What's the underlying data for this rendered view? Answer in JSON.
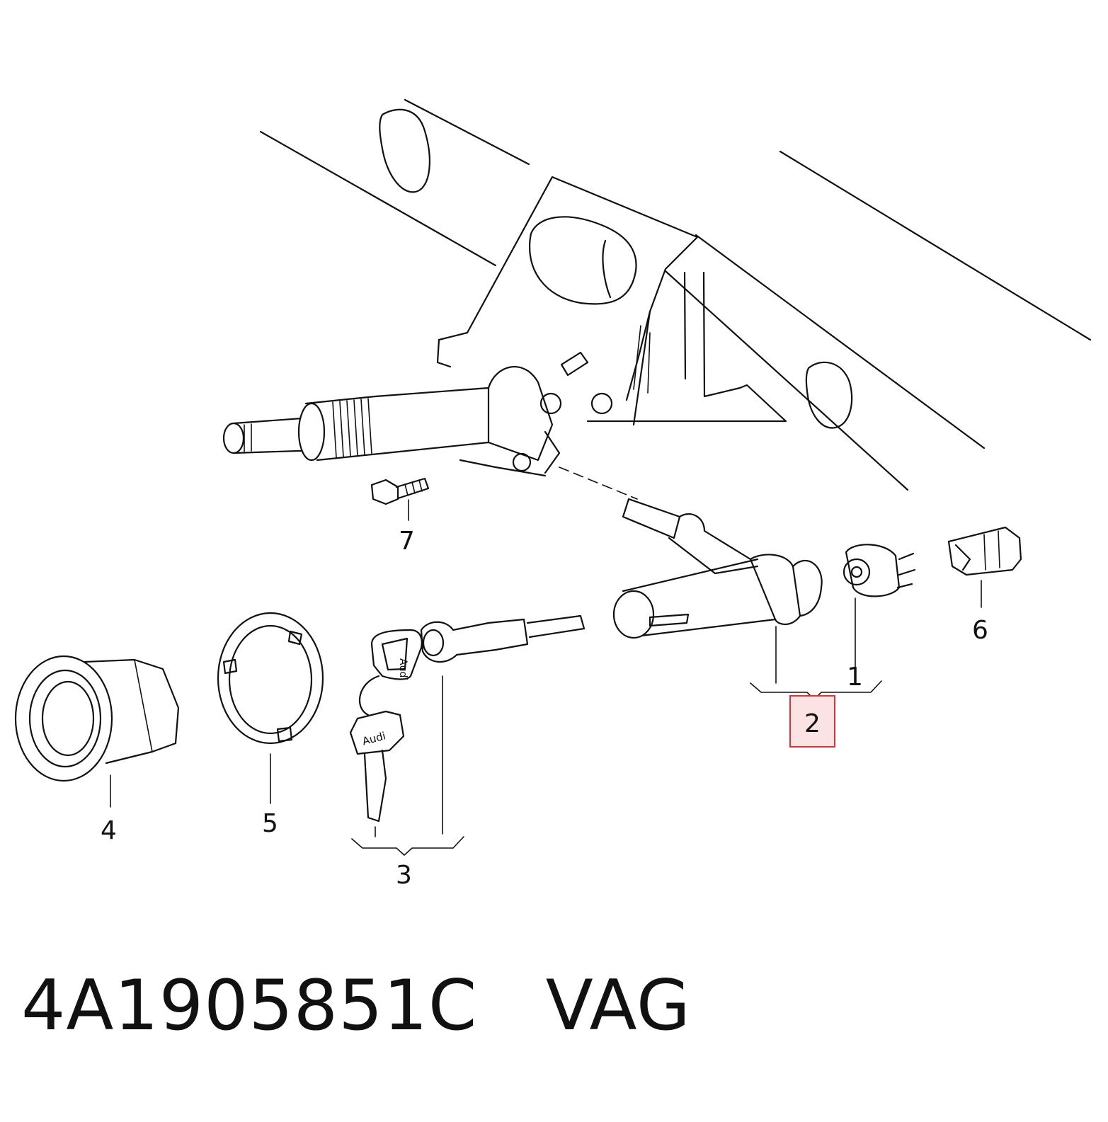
{
  "diagram": {
    "callouts": [
      {
        "id": "1",
        "label": "1"
      },
      {
        "id": "2",
        "label": "2",
        "highlighted": true
      },
      {
        "id": "3",
        "label": "3"
      },
      {
        "id": "4",
        "label": "4"
      },
      {
        "id": "5",
        "label": "5"
      },
      {
        "id": "6",
        "label": "6"
      },
      {
        "id": "7",
        "label": "7"
      }
    ],
    "key_brand": "Audi",
    "highlight_color": "#d9343a",
    "highlight_fill": "#fbe3e3"
  },
  "footer": {
    "part_number": "4A1905851C",
    "brand": "VAG"
  }
}
